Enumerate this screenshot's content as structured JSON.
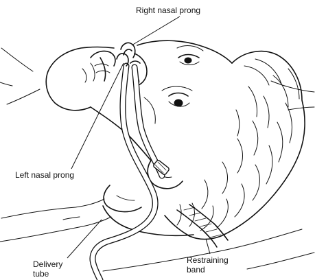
{
  "labels": {
    "right_nasal_prong": "Right nasal prong",
    "left_nasal_prong": "Left nasal prong",
    "delivery_tube_line1": "Delivery",
    "delivery_tube_line2": "tube",
    "restraining_band_line1": "Restraining",
    "restraining_band_line2": "band"
  },
  "colors": {
    "ink": "#111111",
    "background": "#ffffff"
  }
}
